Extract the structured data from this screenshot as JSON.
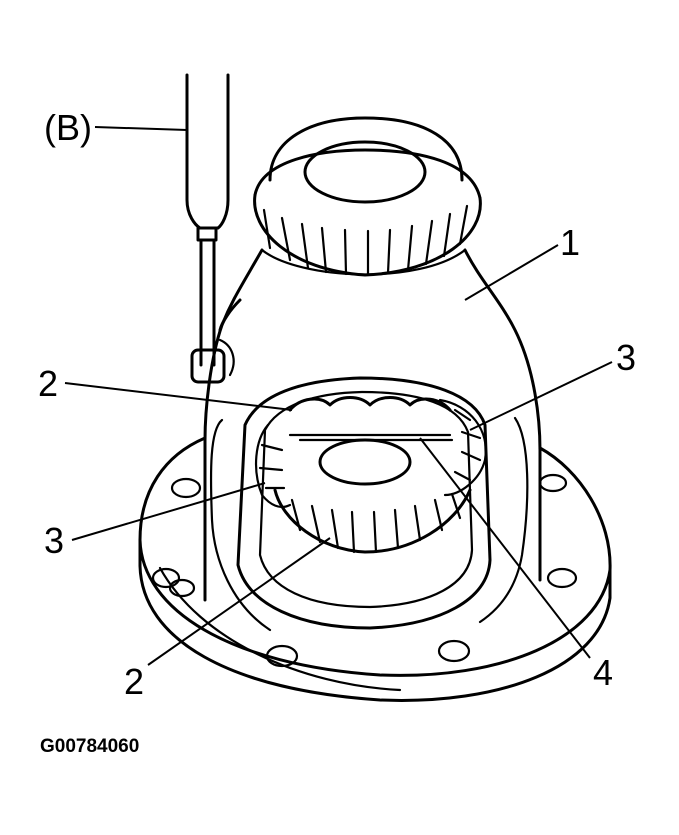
{
  "diagram": {
    "figure_id": "G00784060",
    "callouts": {
      "tool_b": "(B)",
      "part_1": "1",
      "part_2_upper": "2",
      "part_2_lower": "2",
      "part_3_right": "3",
      "part_3_left": "3",
      "part_4": "4"
    },
    "colors": {
      "ink": "#000000",
      "background": "#ffffff"
    }
  }
}
